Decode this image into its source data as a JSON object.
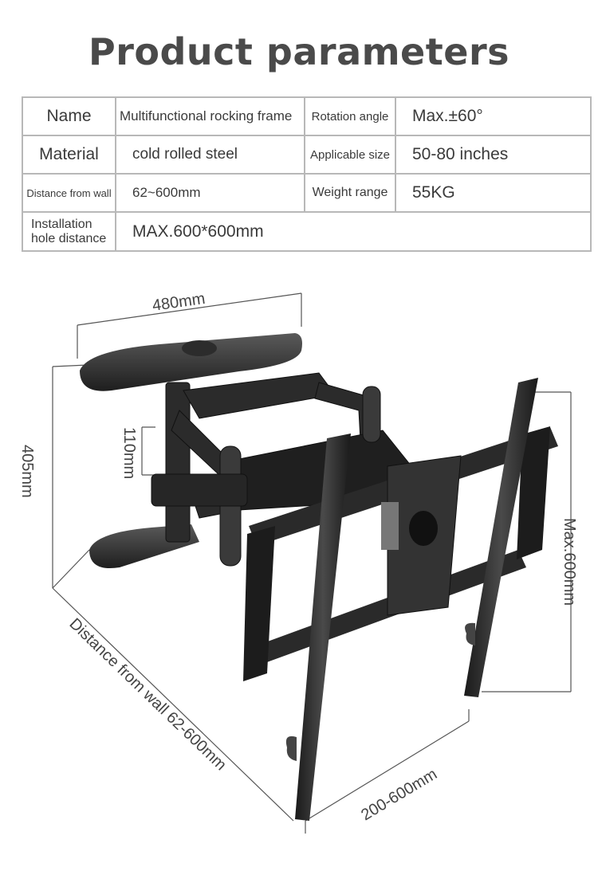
{
  "title": "Product parameters",
  "table": {
    "rows": [
      {
        "label1": "Name",
        "value1": "Multifunctional rocking frame",
        "label2": "Rotation angle",
        "value2": "Max.±60°"
      },
      {
        "label1": "Material",
        "value1": "cold rolled steel",
        "label2": "Applicable size",
        "value2": "50-80 inches"
      },
      {
        "label1": "Distance from wall",
        "value1": "62~600mm",
        "label2": "Weight range",
        "value2": "55KG"
      },
      {
        "label1": "Installation hole distance",
        "value1": "MAX.600*600mm"
      }
    ]
  },
  "diagram": {
    "width_label": "480mm",
    "height_label": "405mm",
    "arm_label": "110mm",
    "vesa_height_label": "Max.600mm",
    "vesa_width_label": "200-600mm",
    "extension_label": "Distance from wall 62-600mm"
  }
}
